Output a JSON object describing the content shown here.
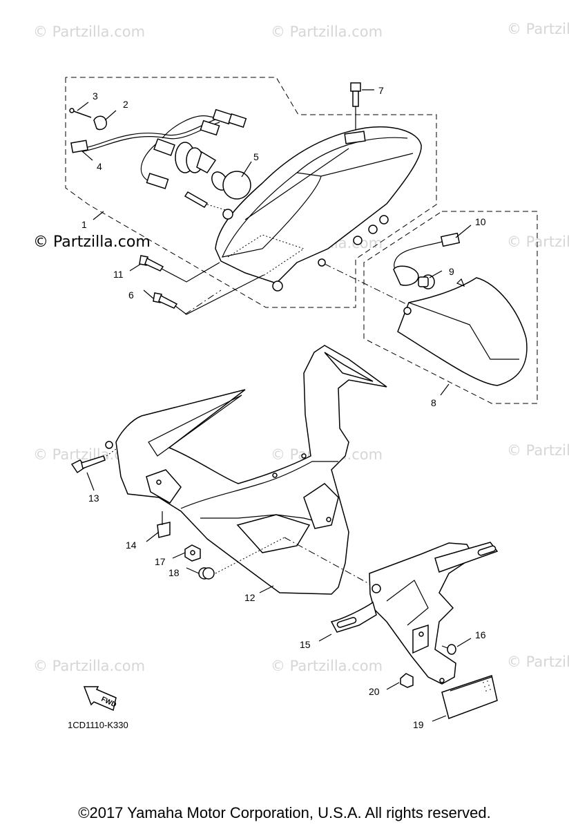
{
  "watermark": {
    "text": "© Partzilla.com"
  },
  "logo_text": "© Partzilla.com",
  "diagram_code": "1CD1110-K330",
  "fwd_label": "FWD",
  "copyright": "©2017  Yamaha Motor Corporation, U.S.A. All rights reserved.",
  "callouts": [
    "1",
    "2",
    "3",
    "4",
    "5",
    "6",
    "7",
    "8",
    "9",
    "10",
    "11",
    "12",
    "13",
    "14",
    "15",
    "16",
    "17",
    "18",
    "19",
    "20"
  ]
}
